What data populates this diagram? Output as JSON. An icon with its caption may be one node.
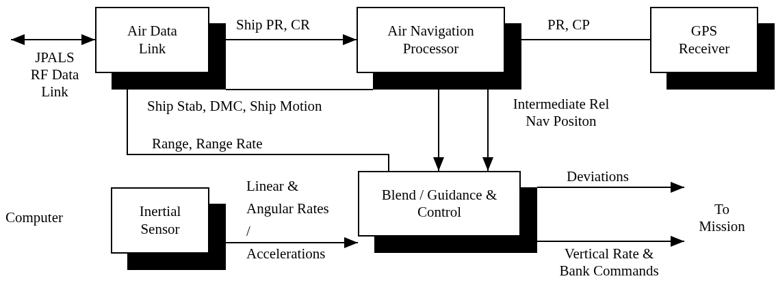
{
  "diagram": {
    "nodes": [
      {
        "text": [
          "Air Data Link"
        ]
      },
      {
        "text": [
          "Air Navigation Processor"
        ]
      },
      {
        "text": [
          "GPS Receiver"
        ]
      },
      {
        "text": [
          "Inertial Sensor"
        ]
      },
      {
        "text": [
          "Blend / Guidance & Control"
        ]
      },
      {
        "text": [
          "To Mission"
        ]
      }
    ],
    "edges": [
      {
        "from": null,
        "to": 0,
        "arrow": "both",
        "label": "JPALS RF Data Link"
      },
      {
        "from": 0,
        "to": 1,
        "arrow": "to",
        "label": "Ship PR, CR"
      },
      {
        "from": 1,
        "to": 2,
        "arrow": "none",
        "label": "PR, CP"
      },
      {
        "from": 0,
        "to": 1,
        "arrow": "none",
        "label": "Ship Stab, DMC, Ship Motion"
      },
      {
        "from": 0,
        "to": 4,
        "arrow": "none",
        "label": "Range, Range Rate"
      },
      {
        "from": 1,
        "to": 4,
        "arrow": "to"
      },
      {
        "from": 1,
        "to": 4,
        "arrow": "to",
        "label": "Intermediate Rel Nav Positon"
      },
      {
        "from": 3,
        "to": 4,
        "arrow": "to",
        "label": "Linear & Angular Rates / Accelerations"
      },
      {
        "from": 4,
        "to": 5,
        "arrow": "to",
        "label": "Deviations"
      },
      {
        "from": 4,
        "to": 5,
        "arrow": "to",
        "label": "Vertical Rate & Bank Commands"
      }
    ],
    "labels": [
      "Computer"
    ]
  }
}
